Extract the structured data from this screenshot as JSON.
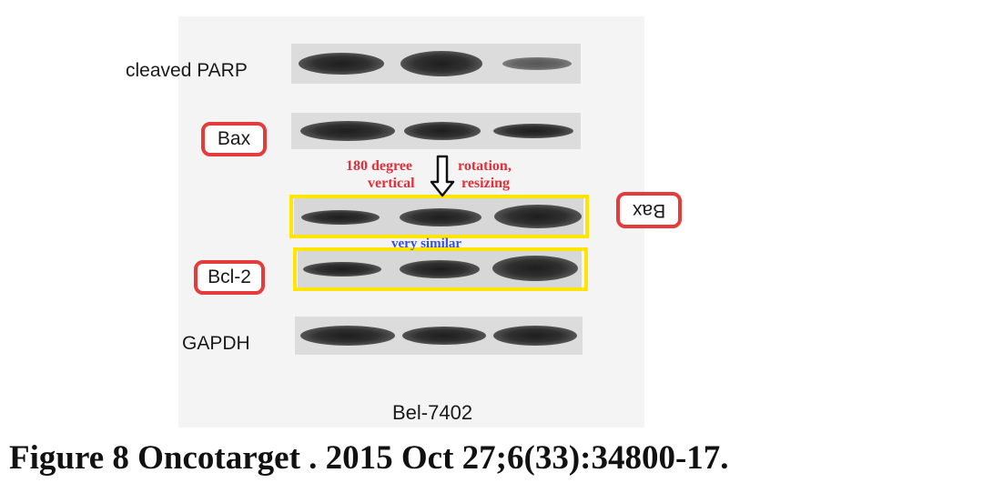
{
  "labels": {
    "cleaved_parp": "cleaved PARP",
    "bax": "Bax",
    "bcl2": "Bcl-2",
    "gapdh": "GAPDH",
    "bax_rotated": "Bax",
    "cell_line": "Bel-7402"
  },
  "annotations": {
    "line1_left": "180 degree",
    "line1_right": "rotation,",
    "line2_left": "vertical",
    "line2_right": "resizing",
    "similar": "very similar"
  },
  "caption": "Figure 8 Oncotarget . 2015 Oct 27;6(33):34800-17.",
  "colors": {
    "red_outline": "#e53b3b",
    "yellow_outline": "#ffe500",
    "annotation_red": "#e0303a",
    "annotation_blue": "#3a4fd8"
  },
  "icons": {
    "arrow": "down-arrow-icon"
  }
}
